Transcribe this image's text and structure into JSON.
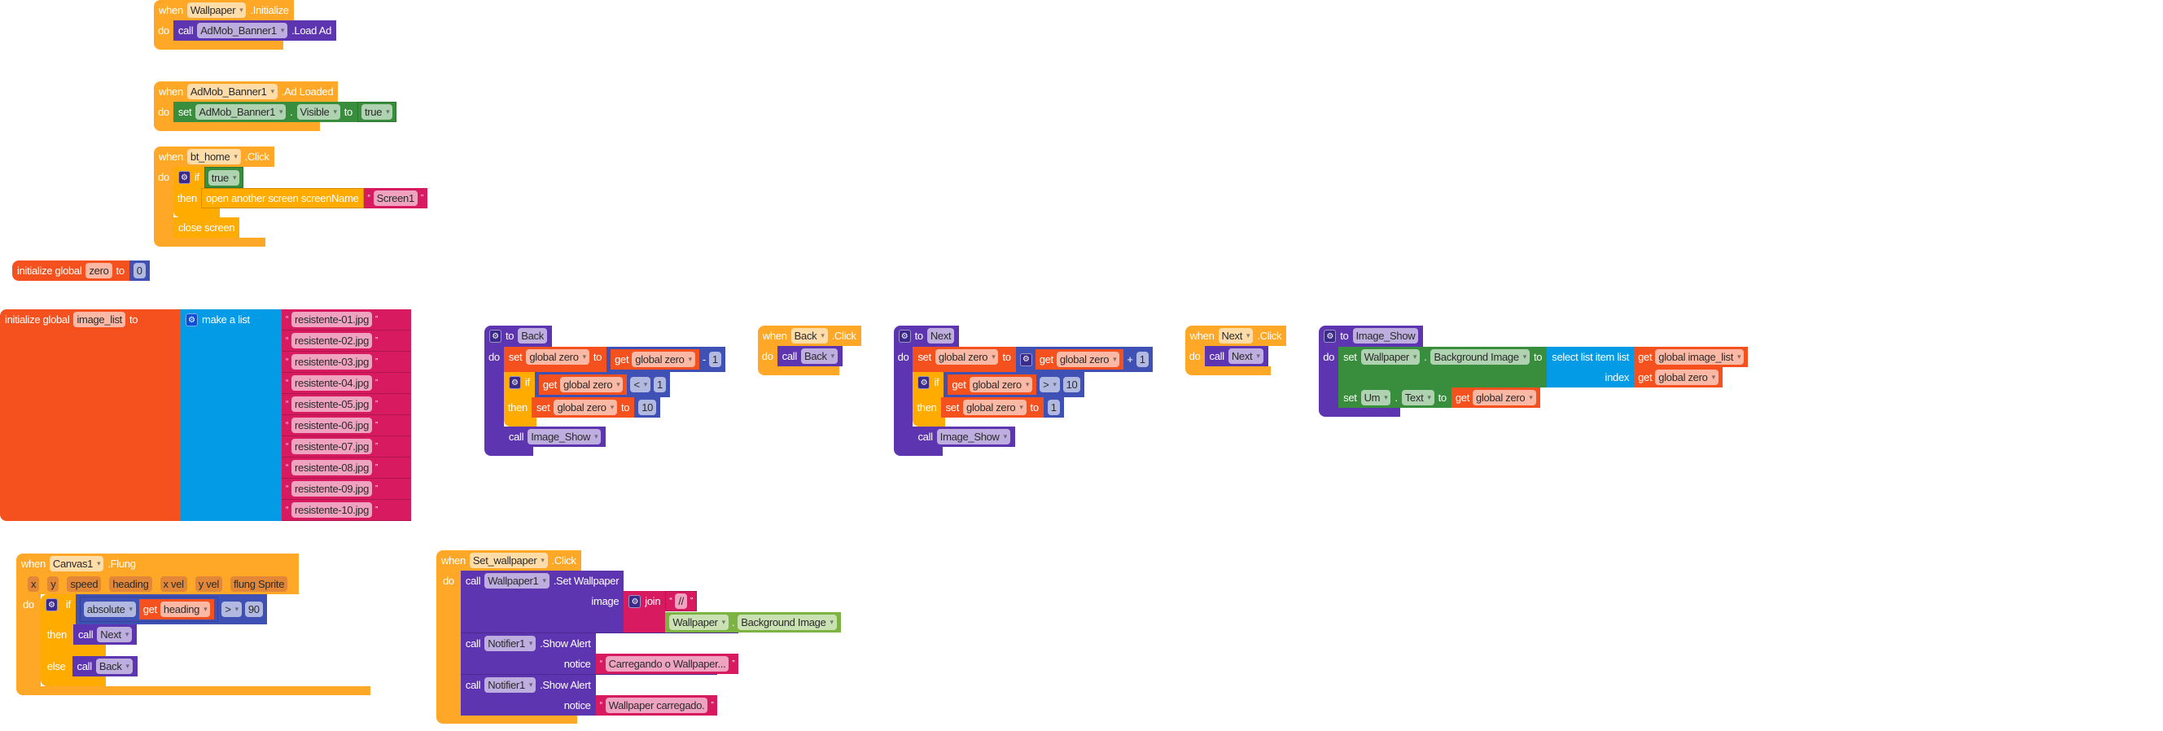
{
  "colors": {
    "event": "#FFA726",
    "control": "#FFAB00",
    "procedure": "#5E35B1",
    "setter": "#388E3C",
    "getter": "#7CB342",
    "variable": "#F4511E",
    "math": "#3F51B5",
    "list": "#039BE5",
    "text": "#D81B60"
  },
  "quote_open": "“",
  "quote_close": "”",
  "b1": {
    "when": "when",
    "component": "Wallpaper",
    "event": ".Initialize",
    "do": "do",
    "call": "call",
    "target": "AdMob_Banner1",
    "method": ".Load Ad"
  },
  "b2": {
    "when": "when",
    "component": "AdMob_Banner1",
    "event": ".Ad Loaded",
    "do": "do",
    "set": "set",
    "target": "AdMob_Banner1",
    "dot": ".",
    "property": "Visible",
    "to": "to",
    "value": "true"
  },
  "b3": {
    "when": "when",
    "component": "bt_home",
    "event": ".Click",
    "do": "do",
    "if": "if",
    "condition": "true",
    "then": "then",
    "open": "open another screen  screenName",
    "screen": "Screen1",
    "close": "close screen"
  },
  "b4": {
    "label": "initialize global",
    "name": "zero",
    "to": "to",
    "value": "0"
  },
  "b5": {
    "label": "initialize global",
    "name": "image_list",
    "to": "to",
    "make": "make a list",
    "items": [
      "resistente-01.jpg",
      "resistente-02.jpg",
      "resistente-03.jpg",
      "resistente-04.jpg",
      "resistente-05.jpg",
      "resistente-06.jpg",
      "resistente-07.jpg",
      "resistente-08.jpg",
      "resistente-09.jpg",
      "resistente-10.jpg"
    ]
  },
  "back": {
    "to": "to",
    "name": "Back",
    "do": "do",
    "set": "set",
    "var": "global zero",
    "set_to": "to",
    "get": "get",
    "op": "-",
    "num": "1",
    "if": "if",
    "cmp": "<",
    "cmp_num": "1",
    "then": "then",
    "then_num": "10",
    "call": "call",
    "callee": "Image_Show"
  },
  "back_click": {
    "when": "when",
    "component": "Back",
    "event": ".Click",
    "do": "do",
    "call": "call",
    "callee": "Back"
  },
  "next": {
    "to": "to",
    "name": "Next",
    "do": "do",
    "set": "set",
    "var": "global zero",
    "set_to": "to",
    "get": "get",
    "op": "+",
    "num": "1",
    "if": "if",
    "cmp": ">",
    "cmp_num": "10",
    "then": "then",
    "then_num": "1",
    "call": "call",
    "callee": "Image_Show"
  },
  "next_click": {
    "when": "when",
    "component": "Next",
    "event": ".Click",
    "do": "do",
    "call": "call",
    "callee": "Next"
  },
  "show": {
    "to": "to",
    "name": "Image_Show",
    "do": "do",
    "set": "set",
    "comp1": "Wallpaper",
    "dot": ".",
    "prop1": "Background Image",
    "to1": "to",
    "select": "select list item  list",
    "index": "index",
    "get": "get",
    "list_var": "global image_list",
    "idx_var": "global zero",
    "comp2": "Um",
    "prop2": "Text",
    "val_var": "global zero"
  },
  "setwp": {
    "when": "when",
    "component": "Set_wallpaper",
    "event": ".Click",
    "do": "do",
    "call": "call",
    "comp": "Wallpaper1",
    "method": ".Set Wallpaper",
    "image": "image",
    "join": "join",
    "sep": "//",
    "getter_comp": "Wallpaper",
    "dot": ".",
    "getter_prop": "Background Image",
    "notifier": "Notifier1",
    "alert": ".Show Alert",
    "notice": "notice",
    "msg1": "Carregando o Wallpaper...",
    "msg2": "Wallpaper carregado."
  },
  "flung": {
    "when": "when",
    "component": "Canvas1",
    "event": ".Flung",
    "params": [
      "x",
      "y",
      "speed",
      "heading",
      "x vel",
      "y vel",
      "flung Sprite"
    ],
    "do": "do",
    "if": "if",
    "abs": "absolute",
    "get": "get",
    "var": "heading",
    "cmp": ">",
    "num": "90",
    "then": "then",
    "else": "else",
    "call": "call",
    "then_callee": "Next",
    "else_callee": "Back"
  }
}
